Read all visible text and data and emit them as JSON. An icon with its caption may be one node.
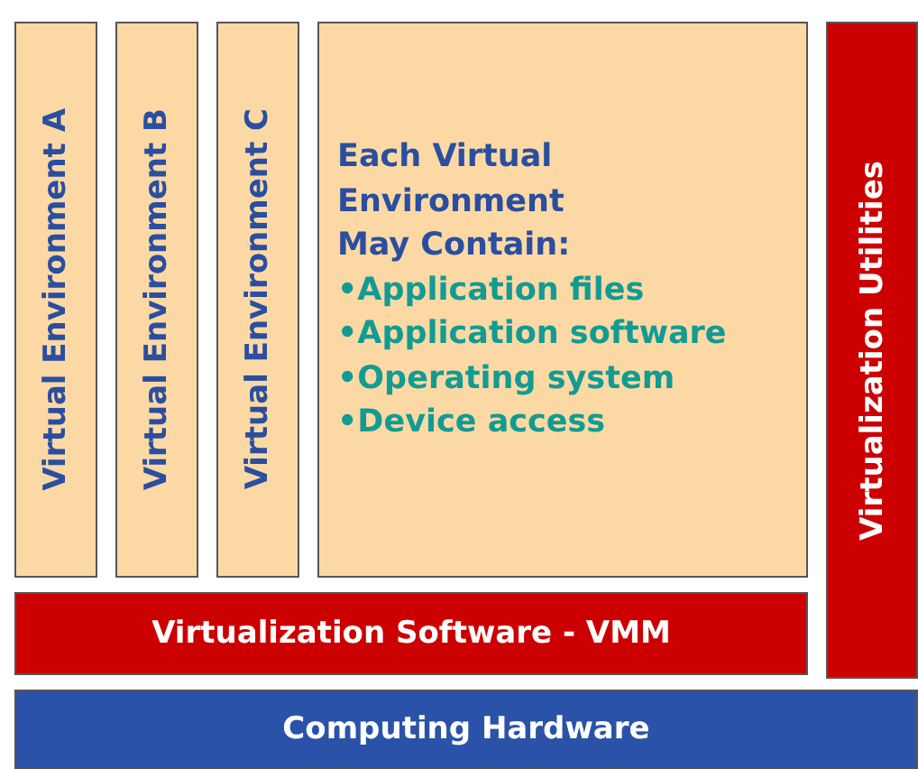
{
  "diagram": {
    "nodes": [
      {
        "text": [
          "Virtual Environment A"
        ]
      },
      {
        "text": [
          "Virtual Environment B"
        ]
      },
      {
        "text": [
          "Virtual Environment C"
        ]
      },
      {
        "text": [
          "Each Virtual Environment May Contain:",
          "•Application files",
          "•Application software",
          "•Operating system",
          "•Device access"
        ]
      },
      {
        "text": [
          "Virtualization Utilities"
        ]
      },
      {
        "text": [
          "Virtualization Software - VMM"
        ]
      },
      {
        "text": [
          "Computing Hardware"
        ]
      }
    ]
  }
}
